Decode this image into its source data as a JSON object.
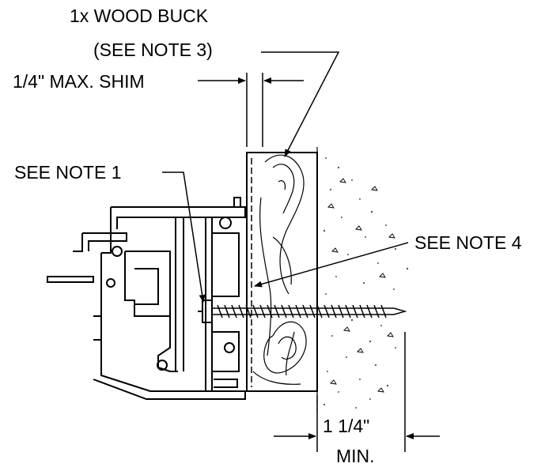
{
  "labels": {
    "wood_buck": "1x WOOD BUCK",
    "see_note_3": "(SEE NOTE 3)",
    "max_shim": "1/4\" MAX. SHIM",
    "see_note_1": "SEE NOTE 1",
    "see_note_4": "SEE NOTE 4",
    "embed_value": "1 1/4\"",
    "embed_min": "MIN."
  },
  "colors": {
    "line": "#000000",
    "background": "#ffffff",
    "concrete_speckle": "#555555"
  }
}
